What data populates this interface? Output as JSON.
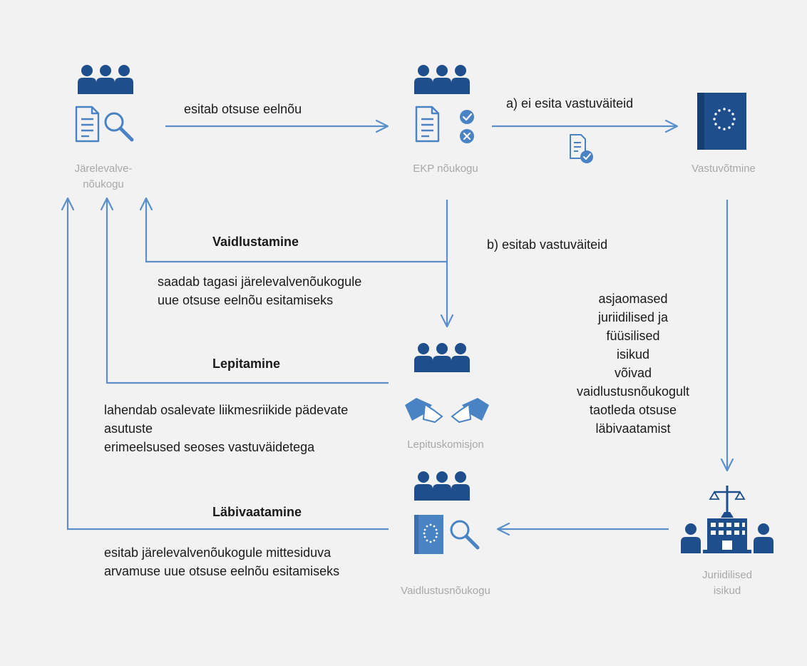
{
  "nodes": {
    "supervisory_board": "Järelevalve-\nnõukogu",
    "governing_council": "EKP nõukogu",
    "adoption": "Vastuvõtmine",
    "mediation_panel": "Lepituskomisjon",
    "administrative_board": "Vaidlustusnõukogu",
    "legal_persons": "Juriidilised\nisikud"
  },
  "edges": {
    "submits_draft": "esitab otsuse eelnõu",
    "no_objection": "a) ei esita vastuväiteid",
    "objection": "b) esitab vastuväiteid",
    "challenge_heading": "Vaidlustamine",
    "challenge_text": "saadab tagasi järelevalvenõukogule\nuue otsuse eelnõu esitamiseks",
    "mediation_heading": "Lepitamine",
    "mediation_text": "lahendab osalevate liikmesriikide pädevate\nasutuste\nerimeelsused seoses vastuväidetega",
    "review_heading": "Läbivaatamine",
    "review_text": "esitab järelevalvenõukogule mittesiduva\narvamuse uue otsuse eelnõu esitamiseks",
    "persons_request": "asjaomased\njuriidilised ja\nfüüsilised\nisikud\nvõivad\nvaidlustusnõukogult\ntaotleda otsuse\nläbivaatamist"
  },
  "icons": {
    "people": "people-group-icon",
    "document_search": "document-search-icon",
    "document_approve_reject": "document-check-cross-icon",
    "document_check": "document-check-icon",
    "eu_book": "eu-flag-book-icon",
    "handshake": "handshake-icon",
    "eu_book_search": "eu-book-search-icon",
    "court_building": "court-building-icon"
  },
  "colors": {
    "icon_dark": "#1f4e8c",
    "icon_mid": "#4a83c3",
    "arrow": "#5b8fca",
    "label_grey": "#a8a8a8",
    "text": "#1a1a1a",
    "background": "#f2f2f2"
  }
}
